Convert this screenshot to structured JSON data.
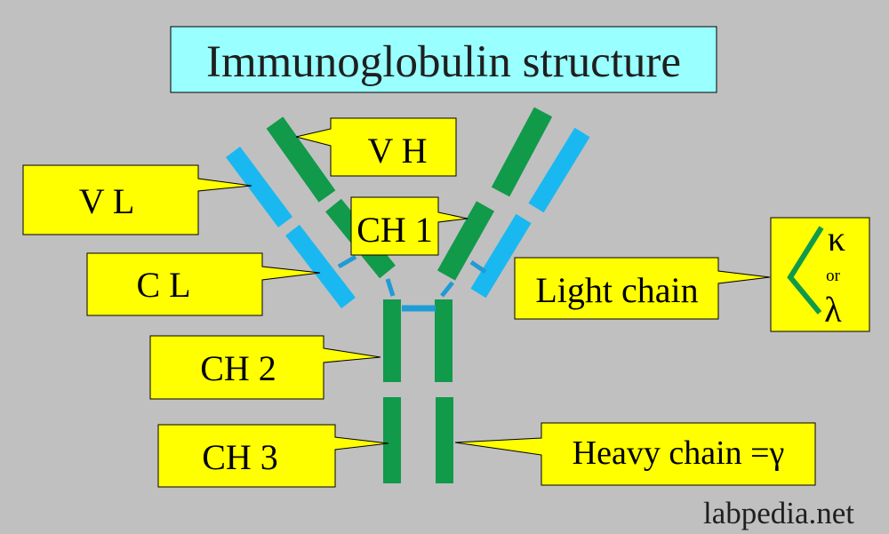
{
  "title": "Immunoglobulin structure",
  "labels": {
    "vh": "V H",
    "vl": "V L",
    "ch1": "CH 1",
    "cl": "C L",
    "ch2": "CH 2",
    "ch3": "CH 3",
    "light_chain": "Light chain",
    "heavy_chain": "Heavy chain =γ"
  },
  "light_chain_types": {
    "kappa": "κ",
    "or": "or",
    "lambda": "λ"
  },
  "watermark": "labpedia.net",
  "colors": {
    "background": "#c0c0c0",
    "callout_fill": "#ffff00",
    "title_fill": "#99ffff",
    "heavy_chain": "#109a4a",
    "light_chain": "#1ab8f0",
    "disulfide_bond": "#1f9bd6"
  }
}
